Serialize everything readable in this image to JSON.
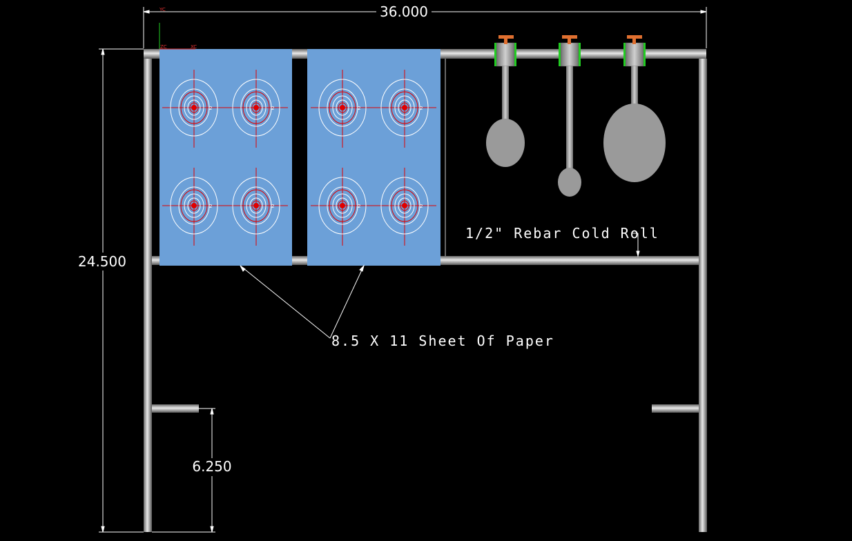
{
  "colors": {
    "background": "#000000",
    "pipe": "#b8b8b8",
    "paper": "#6ca0d8",
    "ring_white": "#ffffff",
    "ring_red": "#e00000",
    "steel": "#9a9a9a",
    "bolt": "#e07030",
    "clamp": "#22cc22",
    "dimension": "#ffffff"
  },
  "dimensions": {
    "width": "36.000",
    "height": "24.500",
    "leg": "6.250"
  },
  "annotations": {
    "rebar": "1/2\" Rebar Cold Roll",
    "paper": "8.5 X 11 Sheet Of Paper"
  },
  "axes": {
    "yc": "YC",
    "xc": "XC",
    "zc": "ZC"
  },
  "target_marks": {
    "ring_label": "2"
  },
  "steel_plates": [
    {
      "name": "medium"
    },
    {
      "name": "small"
    },
    {
      "name": "large"
    }
  ],
  "icons": [
    "axis-triad-icon",
    "bolt-icon",
    "clamp-icon"
  ]
}
